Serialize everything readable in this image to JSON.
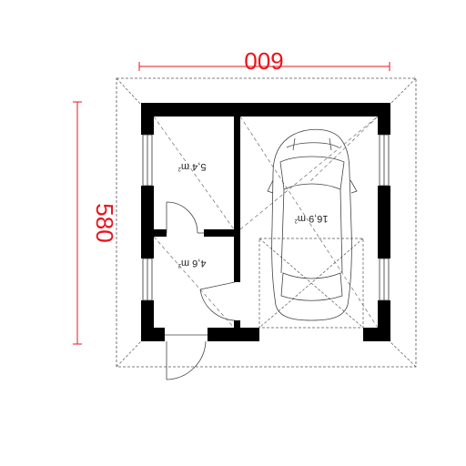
{
  "dimensions": {
    "width_label": "600",
    "depth_label": "580"
  },
  "rooms": [
    {
      "id": "room-a",
      "area_value": "5,4 m",
      "area_sup": "2"
    },
    {
      "id": "room-b",
      "area_value": "4,6 m",
      "area_sup": "2"
    },
    {
      "id": "garage",
      "area_value": "16,9 m",
      "area_sup": "2"
    }
  ],
  "colors": {
    "dimension": "#e8141b",
    "wall": "#000000",
    "line": "#555555"
  }
}
